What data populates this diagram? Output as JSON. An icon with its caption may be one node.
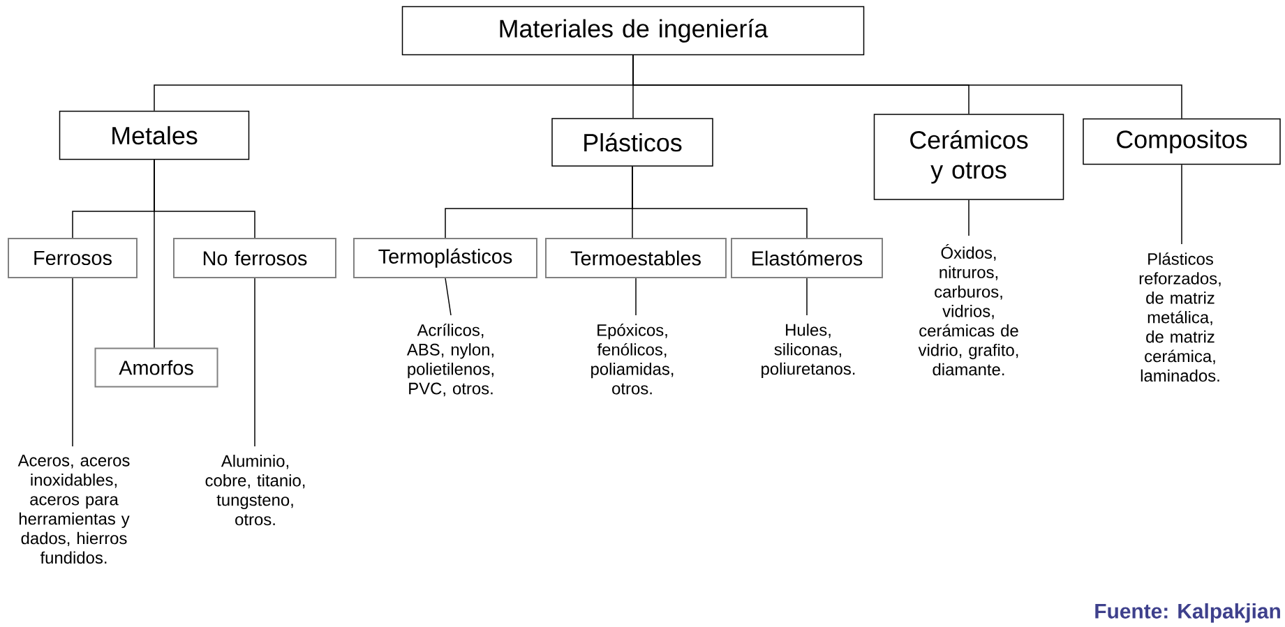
{
  "diagram": {
    "nodes": [
      {
        "text": [
          "Materiales de ingeniería"
        ]
      },
      {
        "text": [
          "Metales"
        ]
      },
      {
        "text": [
          "Plásticos"
        ]
      },
      {
        "text": [
          "Cerámicos y otros"
        ]
      },
      {
        "text": [
          "Compositos"
        ]
      },
      {
        "text": [
          "Ferrosos"
        ]
      },
      {
        "text": [
          "Amorfos"
        ]
      },
      {
        "text": [
          "No ferrosos"
        ]
      },
      {
        "text": [
          "Termoplásticos"
        ]
      },
      {
        "text": [
          "Termoestables"
        ]
      },
      {
        "text": [
          "Elastómeros"
        ]
      },
      {
        "text": [
          "Aceros, aceros inoxidables, aceros para herramientas y dados, hierros fundidos."
        ]
      },
      {
        "text": [
          "Aluminio, cobre, titanio, tungsteno, otros."
        ]
      },
      {
        "text": [
          "Acrílicos, ABS, nylon, polietilenos, PVC, otros."
        ]
      },
      {
        "text": [
          "Epóxicos, fenólicos, poliamidas, otros."
        ]
      },
      {
        "text": [
          "Hules, siliconas, poliuretanos."
        ]
      },
      {
        "text": [
          "Óxidos, nitruros, carburos, vidrios, cerámicas de vidrio, grafito, diamante."
        ]
      },
      {
        "text": [
          "Plásticos reforzados, de matriz metálica, de matriz cerámica, laminados."
        ]
      }
    ],
    "edges": [
      {
        "from": 0,
        "to": 1,
        "arrow": "none"
      },
      {
        "from": 0,
        "to": 2,
        "arrow": "none"
      },
      {
        "from": 0,
        "to": 3,
        "arrow": "none"
      },
      {
        "from": 0,
        "to": 4,
        "arrow": "none"
      },
      {
        "from": 1,
        "to": 5,
        "arrow": "none"
      },
      {
        "from": 1,
        "to": 6,
        "arrow": "none"
      },
      {
        "from": 1,
        "to": 7,
        "arrow": "none"
      },
      {
        "from": 2,
        "to": 8,
        "arrow": "none"
      },
      {
        "from": 2,
        "to": 9,
        "arrow": "none"
      },
      {
        "from": 2,
        "to": 10,
        "arrow": "none"
      },
      {
        "from": 5,
        "to": 11,
        "arrow": "none"
      },
      {
        "from": 7,
        "to": 12,
        "arrow": "none"
      },
      {
        "from": 8,
        "to": 13,
        "arrow": "none"
      },
      {
        "from": 9,
        "to": 14,
        "arrow": "none"
      },
      {
        "from": 10,
        "to": 15,
        "arrow": "none"
      },
      {
        "from": 3,
        "to": 16,
        "arrow": "none"
      },
      {
        "from": 4,
        "to": 17,
        "arrow": "none"
      }
    ],
    "labels": [
      "Fuente: Kalpakjian"
    ]
  }
}
